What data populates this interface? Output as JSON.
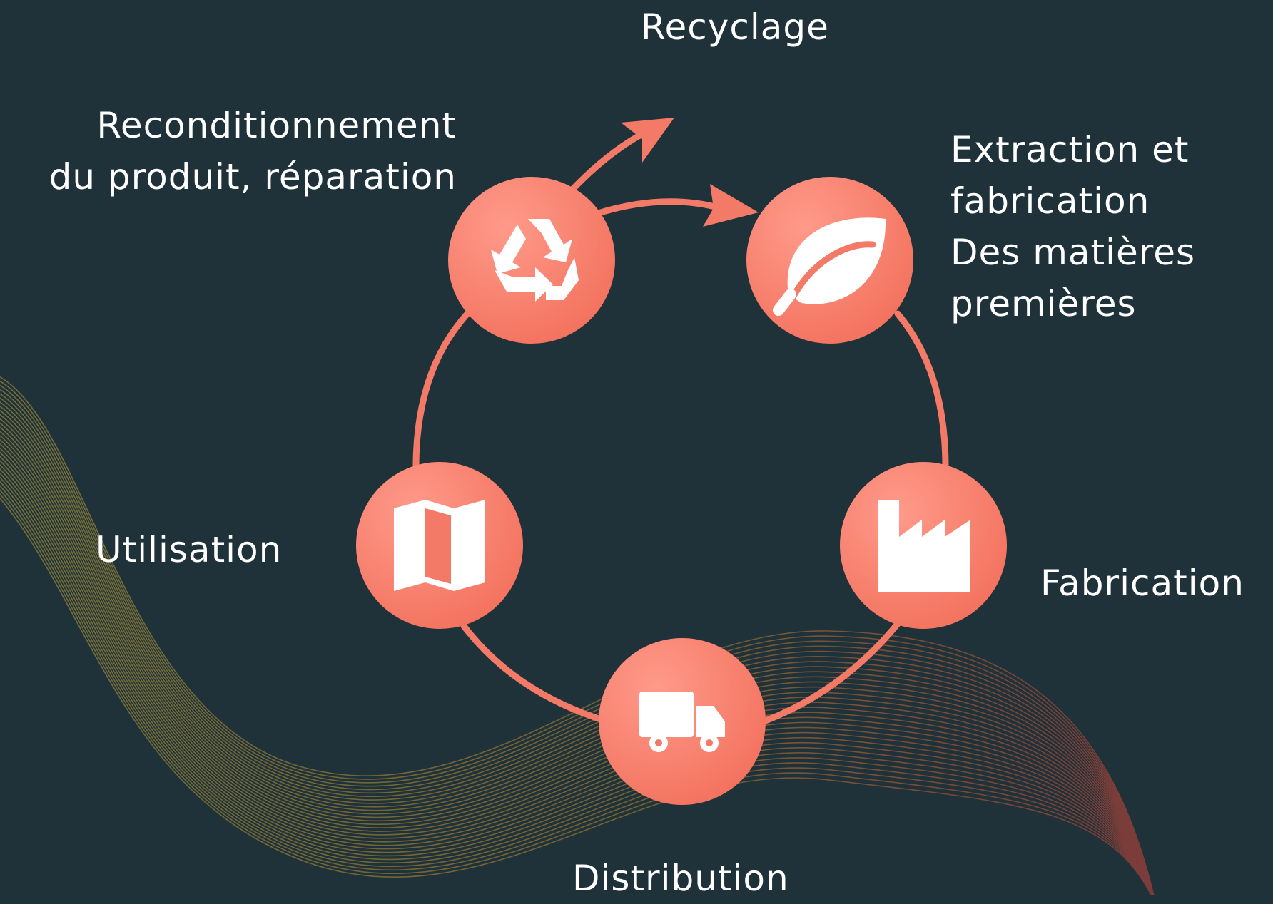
{
  "diagram": {
    "title": "",
    "colors": {
      "background": "#1f3139",
      "accent": "#f47a68",
      "icon": "#ffffff",
      "wave_left": "#b8a13a",
      "wave_right": "#c8443a"
    },
    "nodes": [
      {
        "id": "recyclage",
        "icon": "recycle-icon",
        "label_lines": [
          "Reconditionnement",
          "du produit, réparation"
        ]
      },
      {
        "id": "extraction",
        "icon": "leaf-icon",
        "label_lines": [
          "Extraction et",
          "fabrication",
          "Des matières",
          "premières"
        ]
      },
      {
        "id": "fabrication",
        "icon": "factory-icon",
        "label_lines": [
          "Fabrication"
        ]
      },
      {
        "id": "distribution",
        "icon": "truck-icon",
        "label_lines": [
          "Distribution"
        ]
      },
      {
        "id": "utilisation",
        "icon": "map-icon",
        "label_lines": [
          "Utilisation"
        ]
      }
    ],
    "exit_label": "Recyclage",
    "edges": [
      {
        "from": "recyclage",
        "to": "extraction",
        "arrow": true
      },
      {
        "from": "extraction",
        "to": "fabrication",
        "arrow": false
      },
      {
        "from": "fabrication",
        "to": "distribution",
        "arrow": false
      },
      {
        "from": "distribution",
        "to": "utilisation",
        "arrow": false
      },
      {
        "from": "utilisation",
        "to": "recyclage",
        "arrow": false
      },
      {
        "from": "recyclage",
        "to": "exit",
        "arrow": true
      }
    ]
  }
}
